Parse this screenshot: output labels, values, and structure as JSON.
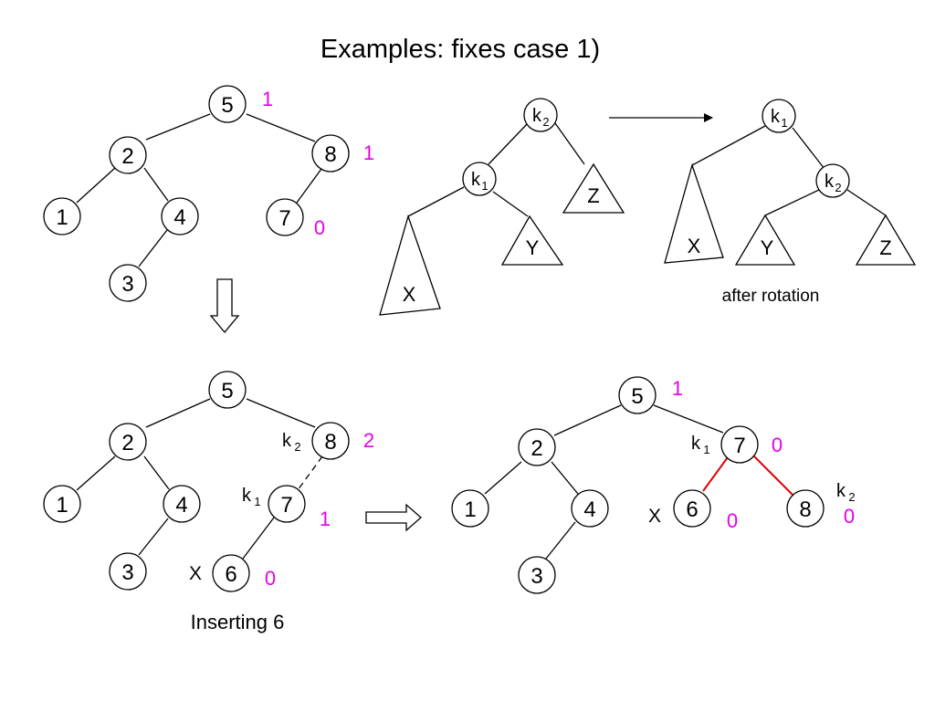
{
  "title": "Examples: fixes case 1)",
  "tree_before": {
    "nodes": [
      "5",
      "2",
      "8",
      "1",
      "4",
      "7",
      "3"
    ],
    "balances": {
      "n5": "1",
      "n8": "1",
      "n7": "0"
    }
  },
  "rotation_schema": {
    "before": {
      "k2": "k",
      "k2_sub": "2",
      "k1": "k",
      "k1_sub": "1",
      "x": "X",
      "y": "Y",
      "z": "Z"
    },
    "after": {
      "k1": "k",
      "k1_sub": "1",
      "k2": "k",
      "k2_sub": "2",
      "x": "X",
      "y": "Y",
      "z": "Z"
    },
    "caption": "after rotation"
  },
  "tree_inserting": {
    "nodes": [
      "5",
      "2",
      "8",
      "1",
      "4",
      "7",
      "3",
      "6"
    ],
    "labels": {
      "k2": "k",
      "k2_sub": "2",
      "k1": "k",
      "k1_sub": "1",
      "x": "X"
    },
    "balances": {
      "n8": "2",
      "n7": "1",
      "n6": "0"
    },
    "caption": "Inserting 6"
  },
  "tree_after": {
    "nodes": [
      "5",
      "2",
      "7",
      "1",
      "4",
      "6",
      "8",
      "3"
    ],
    "labels": {
      "k1": "k",
      "k1_sub": "1",
      "k2": "k",
      "k2_sub": "2",
      "x": "X"
    },
    "balances": {
      "n5": "1",
      "n7": "0",
      "n6": "0",
      "n8": "0"
    }
  },
  "colors": {
    "balance": "#e600e6",
    "rotated_edges": "#e00000"
  }
}
